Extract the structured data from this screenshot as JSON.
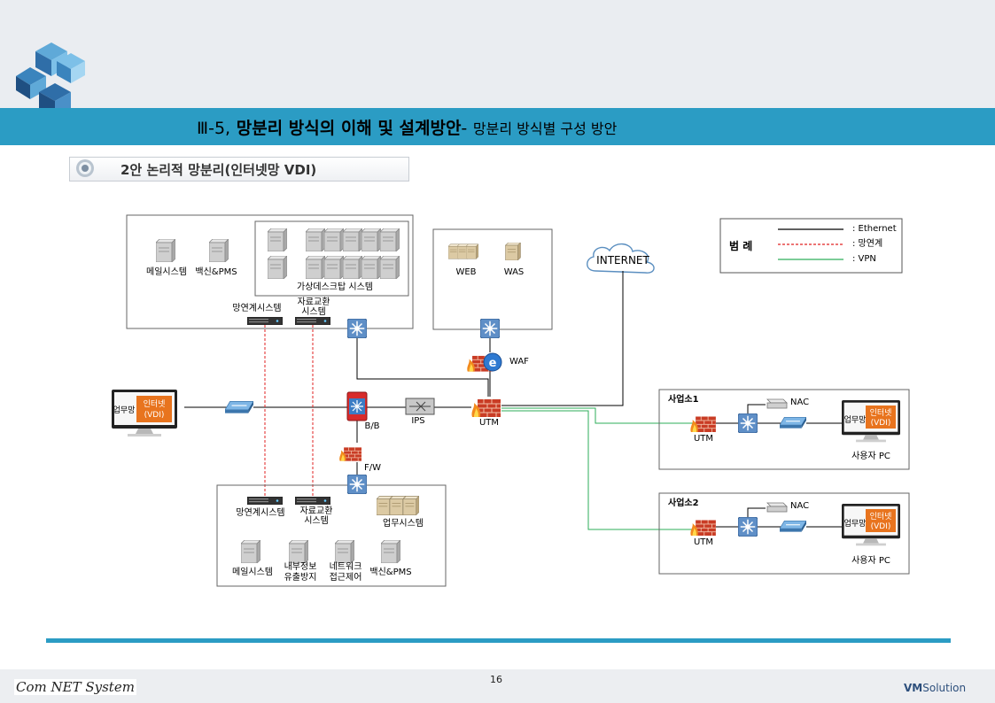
{
  "header": {
    "title_prefix": "Ⅲ-5,",
    "title_main": "망분리 방식의 이해 및 설계방안",
    "title_sep": "-",
    "title_sub": "망분리 방식별 구성 방안",
    "subtitle": "2안 논리적 망분리(인터넷망 VDI)"
  },
  "legend": {
    "title": "범 례",
    "ethernet": ": Ethernet",
    "link": ": 망연계",
    "vpn": ": VPN",
    "colors": {
      "ethernet": "#000000",
      "link": "#e02020",
      "vpn": "#2eae5a"
    }
  },
  "internet_zone": {
    "mail": "메일시스템",
    "antivirus": "백신&PMS",
    "vdi": "가상데스크탑 시스템",
    "link_system": "망연계시스템",
    "exchange_line1": "자료교환",
    "exchange_line2": "시스템"
  },
  "dmz": {
    "web": "WEB",
    "was": "WAS",
    "waf": "WAF"
  },
  "cloud": "INTERNET",
  "core": {
    "bb": "B/B",
    "ips": "IPS",
    "utm": "UTM",
    "fw": "F/W"
  },
  "user_pc": {
    "work": "업무망",
    "internet_line1": "인터넷",
    "internet_line2": "(VDI)"
  },
  "internal_zone": {
    "link_system": "망연계시스템",
    "exchange_line1": "자료교환",
    "exchange_line2": "시스템",
    "biz": "업무시스템",
    "mail": "메일시스템",
    "leak_line1": "내부정보",
    "leak_line2": "유출방지",
    "nac_line1": "네트워크",
    "nac_line2": "접근제어",
    "antivirus": "백신&PMS"
  },
  "branches": [
    {
      "name": "사업소1",
      "utm": "UTM",
      "nac": "NAC",
      "pc": "사용자 PC"
    },
    {
      "name": "사업소2",
      "utm": "UTM",
      "nac": "NAC",
      "pc": "사용자 PC"
    }
  ],
  "footer": {
    "company": "Com NET System",
    "page": "16",
    "brand_mark": "VM",
    "brand_rest": "Solution"
  }
}
